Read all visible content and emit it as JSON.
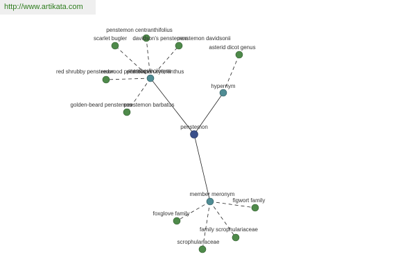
{
  "header": {
    "url": "http://www.artikata.com"
  },
  "colors": {
    "leaf_node": "#4e8a4a",
    "relation_node": "#4f8c94",
    "center_node": "#3a4f8a",
    "edge": "#222222"
  },
  "graph": {
    "center": {
      "label": "penstemon"
    },
    "relations": [
      {
        "label": "member holonym"
      },
      {
        "label": "hypernym"
      },
      {
        "label": "member meronym"
      }
    ],
    "leaves": [
      {
        "label": "penstemon centranthifolius"
      },
      {
        "label": "scarlet bugler"
      },
      {
        "label": "davidson's penstemon"
      },
      {
        "label": "penstemon davidsonii"
      },
      {
        "label": "red shrubby penstemon"
      },
      {
        "label": "redwood penstemon"
      },
      {
        "label": "penstemon cyananthus"
      },
      {
        "label": "golden-beard penstemon"
      },
      {
        "label": "penstemon barbatus"
      },
      {
        "label": "asterid dicot genus"
      },
      {
        "label": "figwort family"
      },
      {
        "label": "foxglove family"
      },
      {
        "label": "family scrophulariaceae"
      },
      {
        "label": "scrophulariaceae"
      }
    ]
  }
}
